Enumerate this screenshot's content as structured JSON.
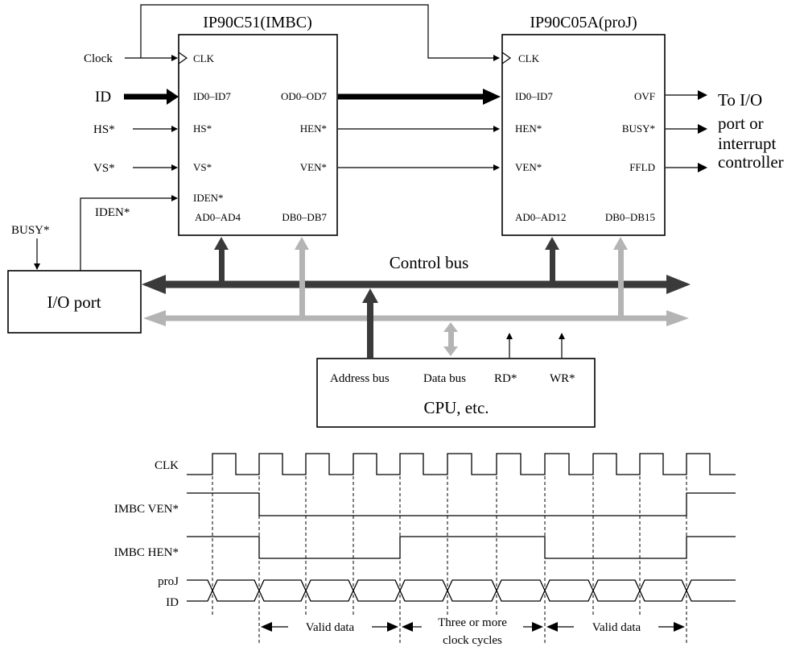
{
  "imbc": {
    "title": "IP90C51(IMBC)",
    "pins_left": [
      "CLK",
      "ID0–ID7",
      "HS*",
      "VS*",
      "IDEN*"
    ],
    "pins_right": [
      "OD0–OD7",
      "HEN*",
      "VEN*"
    ],
    "pins_bottom": [
      "AD0–AD4",
      "DB0–DB7"
    ]
  },
  "proj": {
    "title": "IP90C05A(proJ)",
    "pins_left": [
      "CLK",
      "ID0–ID7",
      "HEN*",
      "VEN*"
    ],
    "pins_right": [
      "OVF",
      "BUSY*",
      "FFLD"
    ],
    "pins_bottom": [
      "AD0–AD12",
      "DB0–DB15"
    ]
  },
  "inputs": {
    "clock": "Clock",
    "id": "ID",
    "hs": "HS*",
    "vs": "VS*",
    "iden": "IDEN*",
    "busy": "BUSY*"
  },
  "io_port": {
    "label": "I/O port"
  },
  "output_note": [
    "To I/O",
    "port or",
    "interrupt",
    "controller"
  ],
  "control_bus": "Control bus",
  "cpu": {
    "label": "CPU, etc.",
    "address_bus": "Address bus",
    "data_bus": "Data bus",
    "rd": "RD*",
    "wr": "WR*"
  },
  "timing": {
    "signals": [
      "CLK",
      "IMBC VEN*",
      "IMBC HEN*",
      "proJ",
      "ID"
    ],
    "intervals": [
      "Valid data",
      "Three or more",
      "clock cycles",
      "Valid data"
    ]
  },
  "colors": {
    "dark_bus": "#3a3a3a",
    "light_bus": "#b4b4b4",
    "ink": "#000000"
  }
}
